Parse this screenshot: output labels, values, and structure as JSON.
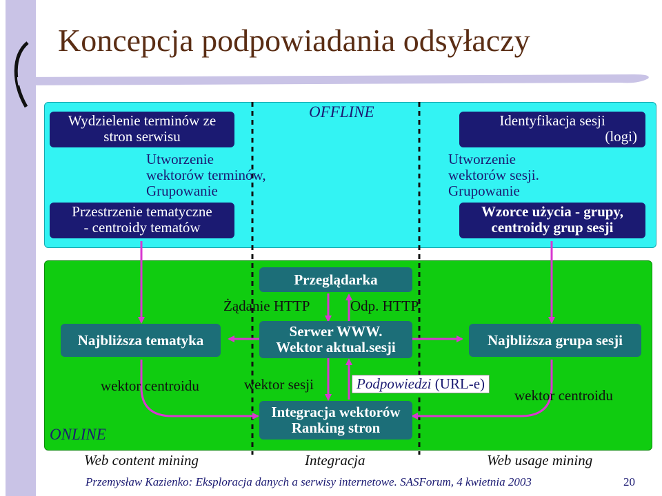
{
  "title": "Koncepcja podpowiadania odsyłaczy",
  "offline": {
    "header": "OFFLINE",
    "left_box_1": [
      "Wydzielenie terminów ze",
      "stron serwisu"
    ],
    "left_text": [
      "Utworzenie",
      "wektorów terminów,",
      "Grupowanie"
    ],
    "left_box_2": [
      "Przestrzenie tematyczne",
      "- centroidy tematów"
    ],
    "right_box_1": [
      "Identyfikacja sesji",
      "(logi)"
    ],
    "right_text": [
      "Utworzenie",
      "wektorów sesji.",
      "Grupowanie"
    ],
    "right_box_2": [
      "Wzorce użycia - grupy,",
      "centroidy grup sesji"
    ]
  },
  "online": {
    "label": "ONLINE",
    "browser": "Przeglądarka",
    "request": "Żądanie HTTP",
    "response": "Odp. HTTP",
    "server": [
      "Serwer WWW.",
      "Wektor aktual.sesji"
    ],
    "nearest_topic": "Najbliższa tematyka",
    "nearest_group": "Najbliższa grupa sesji",
    "centroid_vector_left": "wektor centroidu",
    "session_vector": "wektor sesji",
    "hints_italic": "Podpowiedzi",
    "hints_rest": "(URL-e)",
    "centroid_vector_right": "wektor centroidu",
    "integration": [
      "Integracja wektorów",
      "Ranking stron"
    ]
  },
  "bottom_labels": {
    "left": "Web content mining",
    "middle": "Integracja",
    "right": "Web usage mining"
  },
  "footer": {
    "text": "Przemysław Kazienko: Eksploracja danych a serwisy internetowe. SASForum, 4 kwietnia 2003",
    "page": "20"
  },
  "colors": {
    "title": "#5a2d14",
    "offline_panel": "#33f3f3",
    "online_panel": "#10cc10",
    "navy_box": "#1b1a72",
    "teal_box": "#1c6e78",
    "arrow": "#d838d0",
    "side_band": "#c9c3e6"
  }
}
